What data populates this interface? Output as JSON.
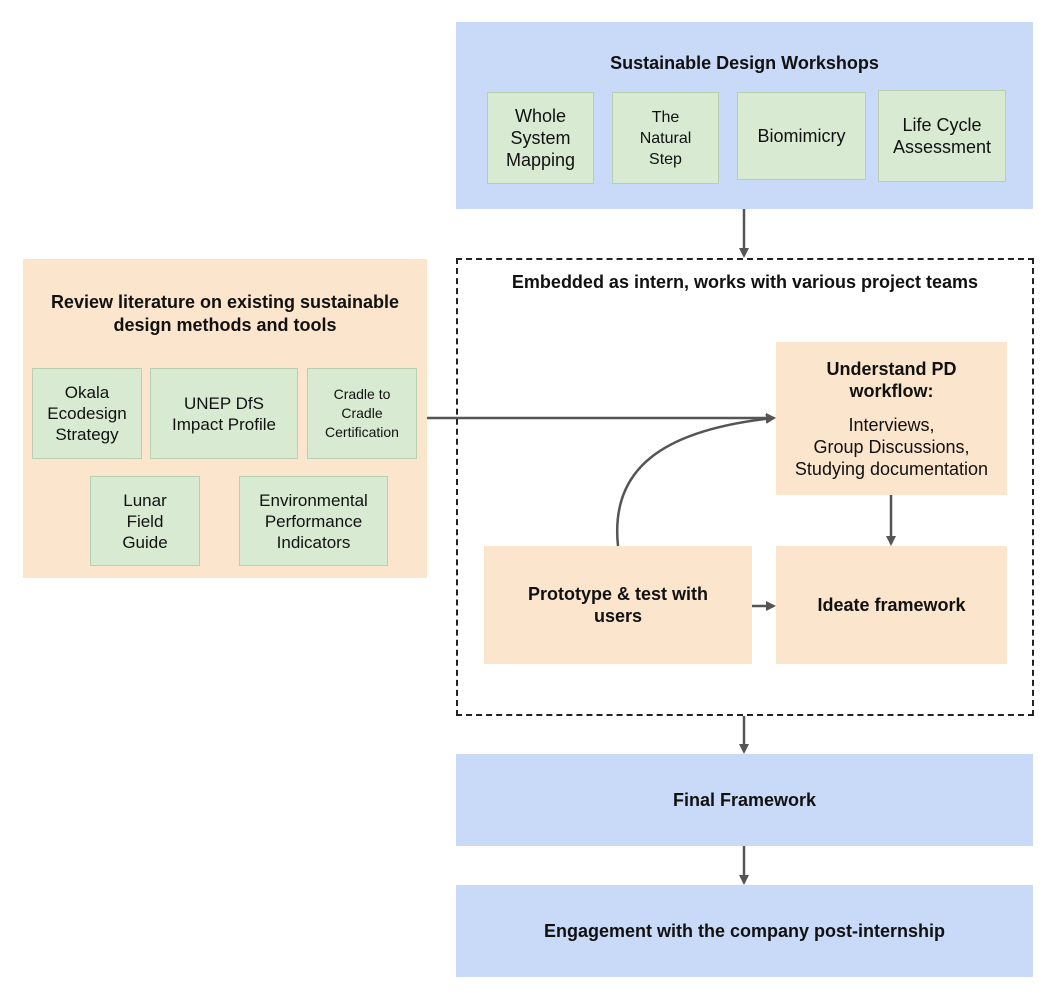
{
  "workshops": {
    "title": "Sustainable Design Workshops",
    "items": [
      "Whole\nSystem\nMapping",
      "The\nNatural\nStep",
      "Biomimicry",
      "Life Cycle\nAssessment"
    ]
  },
  "literature": {
    "title": "Review literature on existing sustainable\ndesign methods and tools",
    "items": [
      "Okala\nEcodesign\nStrategy",
      "UNEP DfS\nImpact Profile",
      "Cradle to\nCradle\nCertification",
      "Lunar\nField\nGuide",
      "Environmental\nPerformance\nIndicators"
    ]
  },
  "internship": {
    "title": "Embedded as intern, works with various project teams",
    "understand_title": "Understand PD\nworkflow:",
    "understand_body": "Interviews,\nGroup Discussions,\nStudying documentation",
    "prototype": "Prototype & test with\nusers",
    "ideate": "Ideate framework"
  },
  "final_framework": "Final Framework",
  "engagement": "Engagement with the company post-internship",
  "colors": {
    "blue": "#c9daf8",
    "peach": "#fce5cd",
    "green": "#d9ead3",
    "arrow": "#555555"
  }
}
